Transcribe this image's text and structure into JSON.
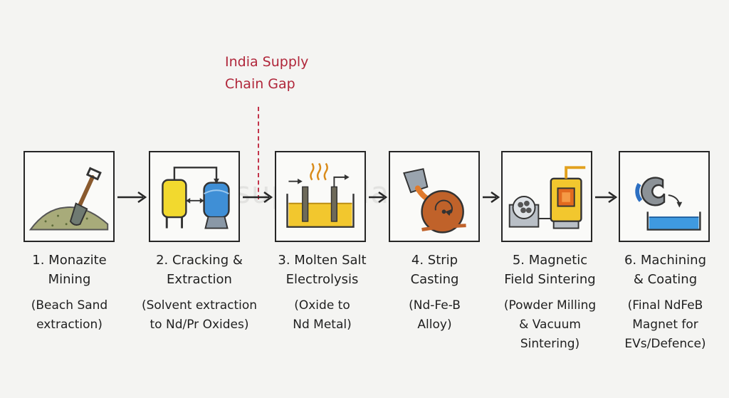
{
  "gap_label": "India Supply\nChain Gap",
  "watermark": "superKalam",
  "steps": [
    {
      "title": "1. Monazite\nMining",
      "desc": "(Beach Sand\nextraction)",
      "icon": "shovel-in-sand-icon"
    },
    {
      "title": "2. Cracking &\nExtraction",
      "desc": "(Solvent extraction\nto Nd/Pr Oxides)",
      "icon": "extraction-tanks-icon"
    },
    {
      "title": "3. Molten Salt\nElectrolysis",
      "desc": "(Oxide to\nNd Metal)",
      "icon": "electrolysis-cell-icon"
    },
    {
      "title": "4. Strip\nCasting",
      "desc": "(Nd-Fe-B\nAlloy)",
      "icon": "strip-casting-icon"
    },
    {
      "title": "5. Magnetic\nField Sintering",
      "desc": "(Powder Milling\n& Vacuum\nSintering)",
      "icon": "sintering-furnace-icon"
    },
    {
      "title": "6. Machining\n& Coating",
      "desc": "(Final NdFeB\nMagnet for\nEVs/Defence)",
      "icon": "magnet-coating-icon"
    }
  ],
  "colors": {
    "gap": "#b0263a",
    "yellow": "#f2c72e",
    "blue": "#3f8fd6",
    "orange": "#e07a2c",
    "sand": "#a8ab7a",
    "brown": "#8a5a2e"
  }
}
